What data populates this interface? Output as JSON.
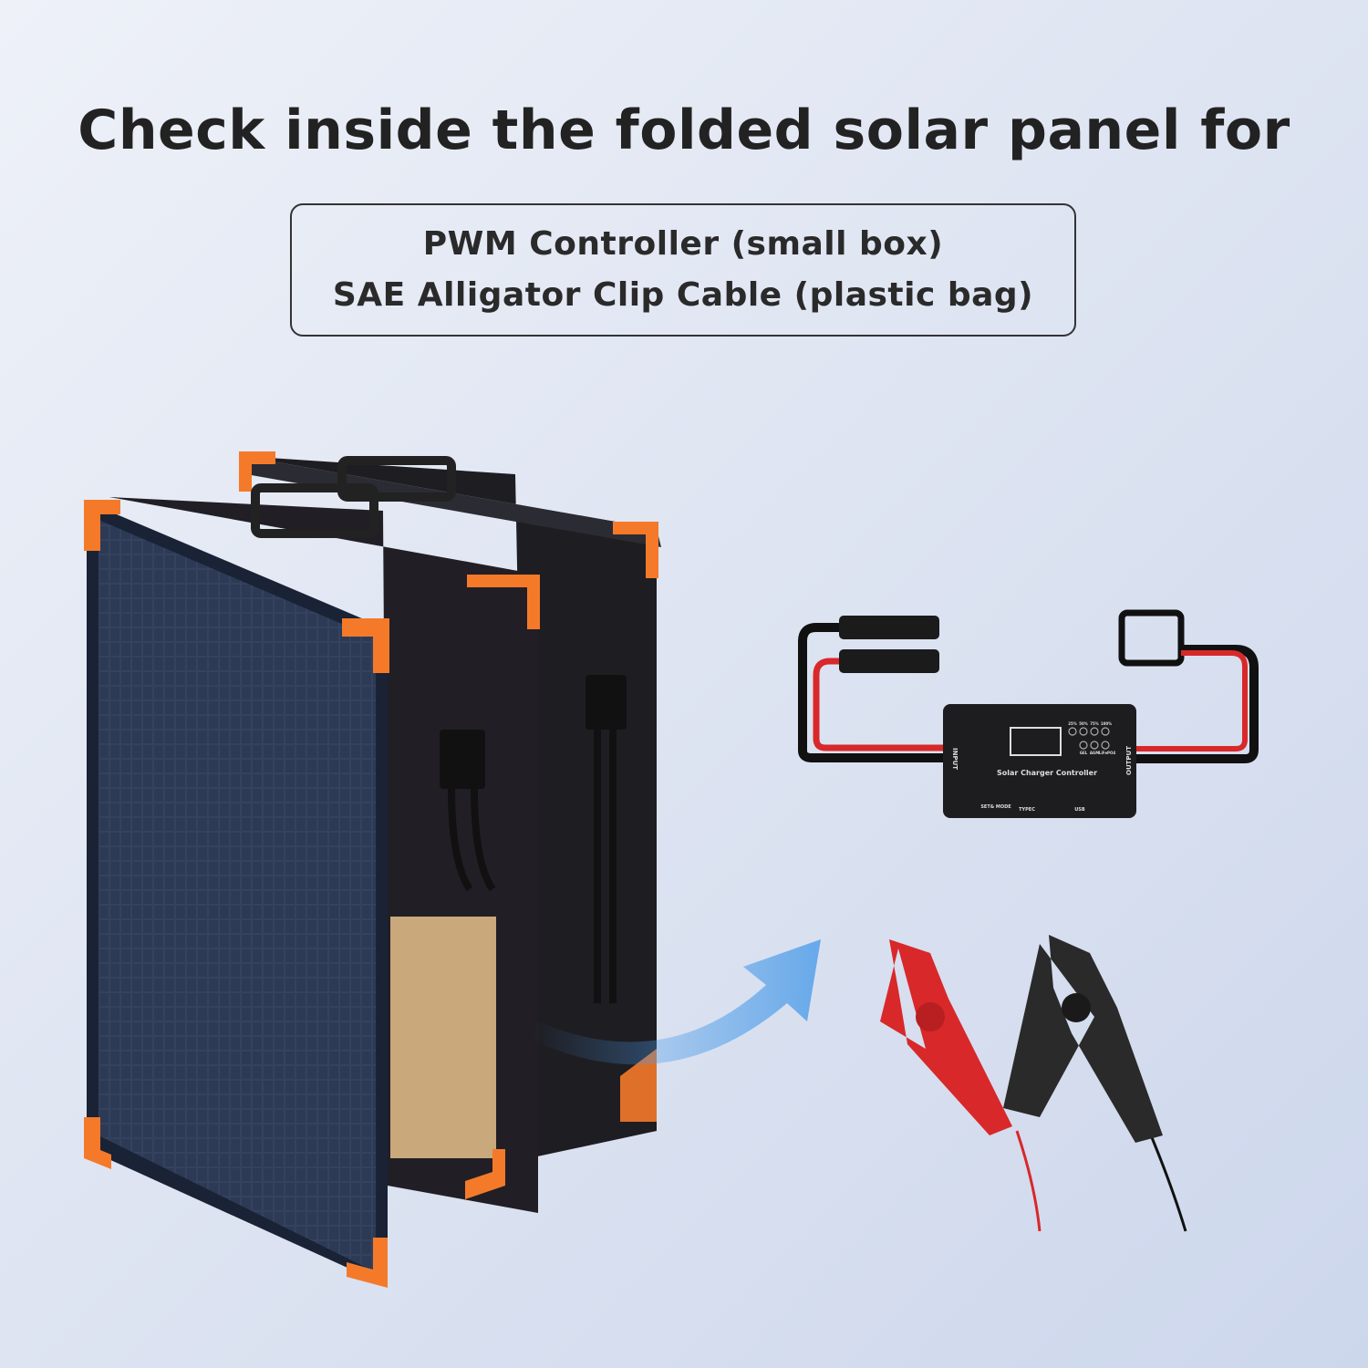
{
  "header": {
    "title": "Check inside the folded solar panel for"
  },
  "contents_box": {
    "items": [
      "PWM Controller (small box)",
      "SAE Alligator Clip Cable (plastic bag)"
    ]
  },
  "controller": {
    "name": "Solar Charger Controller",
    "input_label": "INPUT",
    "output_label": "OUTPUT",
    "level_labels": [
      "25%",
      "50%",
      "75%",
      "100%"
    ],
    "battery_labels": [
      "GEL",
      "AGM",
      "LiFePO4"
    ],
    "port_labels": [
      "SET& MODE",
      "TYPEC",
      "USB"
    ]
  },
  "colors": {
    "accent_orange": "#f47a2a",
    "panel": "#2e3a52",
    "clip_red": "#d8282a",
    "clip_black": "#2a2a2a",
    "arrow": "#4a9be8"
  }
}
